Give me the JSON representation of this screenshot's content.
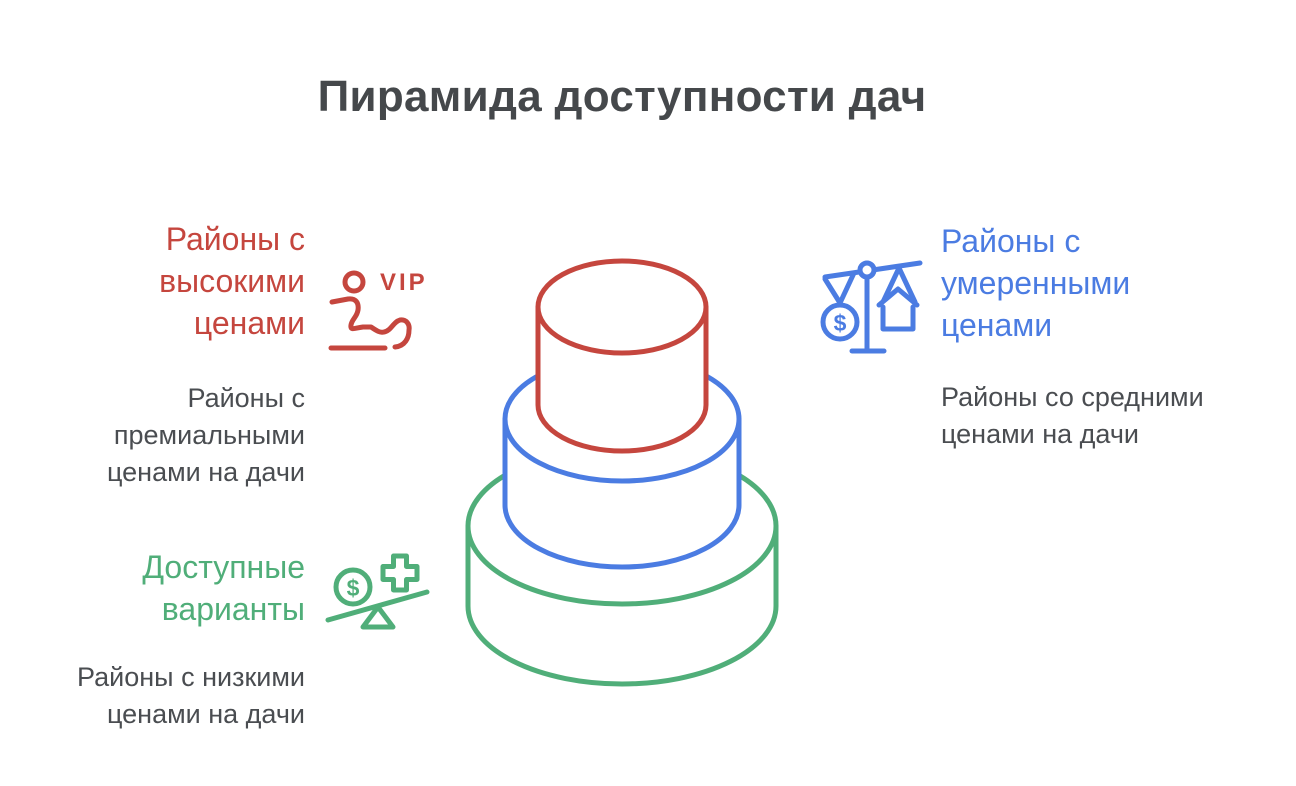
{
  "title": "Пирамида доступности дач",
  "colors": {
    "red": "#C5463E",
    "blue": "#4B7CE2",
    "green": "#50AE79",
    "title": "#45484B",
    "body": "#4A4D51"
  },
  "tiers": [
    {
      "id": "top",
      "label": "Районы с\nвысокими\nценами",
      "description": "Районы с\nпремиальными\nценами на дачи",
      "icon": "vip-lounge-icon",
      "color": "#C5463E"
    },
    {
      "id": "middle",
      "label": "Районы с\nумеренными\nценами",
      "description": "Районы со средними\nценами на дачи",
      "icon": "balance-scale-house-icon",
      "color": "#4B7CE2"
    },
    {
      "id": "bottom",
      "label": "Доступные\nварианты",
      "description": "Районы с низкими\nценами на дачи",
      "icon": "money-seesaw-icon",
      "color": "#50AE79"
    }
  ],
  "icons": {
    "vip_label": "VIP",
    "currency_symbol": "$"
  }
}
